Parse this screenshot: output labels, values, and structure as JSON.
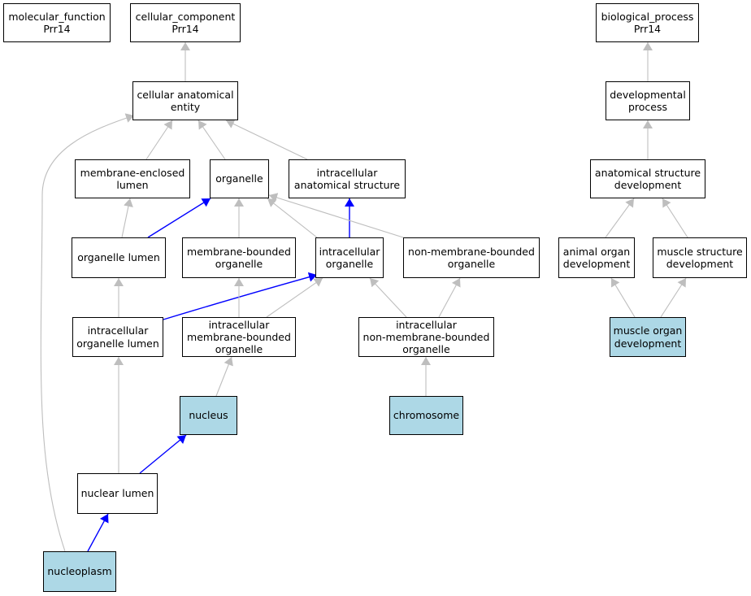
{
  "colors": {
    "highlight_fill": "#add8e6",
    "edge_gray": "#bebebe",
    "edge_blue": "#0000ff"
  },
  "nodes": {
    "molecular_function": {
      "label": "molecular_function\nPrr14"
    },
    "cellular_component": {
      "label": "cellular_component\nPrr14"
    },
    "biological_process": {
      "label": "biological_process\nPrr14"
    },
    "cellular_anatomical_entity": {
      "label": "cellular anatomical\nentity"
    },
    "developmental_process": {
      "label": "developmental\nprocess"
    },
    "membrane_enclosed_lumen": {
      "label": "membrane-enclosed\nlumen"
    },
    "organelle": {
      "label": "organelle"
    },
    "intracellular_anatomical_structure": {
      "label": "intracellular\nanatomical structure"
    },
    "anatomical_structure_development": {
      "label": "anatomical structure\ndevelopment"
    },
    "organelle_lumen": {
      "label": "organelle lumen"
    },
    "membrane_bounded_organelle": {
      "label": "membrane-bounded\norganelle"
    },
    "intracellular_organelle": {
      "label": "intracellular\norganelle"
    },
    "non_membrane_bounded_organelle": {
      "label": "non-membrane-bounded\norganelle"
    },
    "animal_organ_development": {
      "label": "animal organ\ndevelopment"
    },
    "muscle_structure_development": {
      "label": "muscle structure\ndevelopment"
    },
    "intracellular_organelle_lumen": {
      "label": "intracellular\norganelle lumen"
    },
    "intracellular_membrane_bounded_organelle": {
      "label": "intracellular\nmembrane-bounded\norganelle"
    },
    "intracellular_non_membrane_bounded_organelle": {
      "label": "intracellular\nnon-membrane-bounded\norganelle"
    },
    "muscle_organ_development": {
      "label": "muscle organ\ndevelopment",
      "highlighted": true
    },
    "nucleus": {
      "label": "nucleus",
      "highlighted": true
    },
    "chromosome": {
      "label": "chromosome",
      "highlighted": true
    },
    "nuclear_lumen": {
      "label": "nuclear lumen"
    },
    "nucleoplasm": {
      "label": "nucleoplasm",
      "highlighted": true
    }
  },
  "edges": [
    {
      "from": "cellular_anatomical_entity",
      "to": "cellular_component",
      "color": "gray"
    },
    {
      "from": "developmental_process",
      "to": "biological_process",
      "color": "gray"
    },
    {
      "from": "anatomical_structure_development",
      "to": "developmental_process",
      "color": "gray"
    },
    {
      "from": "membrane_enclosed_lumen",
      "to": "cellular_anatomical_entity",
      "color": "gray"
    },
    {
      "from": "organelle",
      "to": "cellular_anatomical_entity",
      "color": "gray"
    },
    {
      "from": "intracellular_anatomical_structure",
      "to": "cellular_anatomical_entity",
      "color": "gray"
    },
    {
      "from": "nucleoplasm",
      "to": "cellular_anatomical_entity",
      "color": "gray"
    },
    {
      "from": "organelle_lumen",
      "to": "membrane_enclosed_lumen",
      "color": "gray"
    },
    {
      "from": "organelle_lumen",
      "to": "organelle",
      "color": "blue"
    },
    {
      "from": "membrane_bounded_organelle",
      "to": "organelle",
      "color": "gray"
    },
    {
      "from": "intracellular_organelle",
      "to": "organelle",
      "color": "gray"
    },
    {
      "from": "intracellular_organelle",
      "to": "intracellular_anatomical_structure",
      "color": "blue"
    },
    {
      "from": "non_membrane_bounded_organelle",
      "to": "organelle",
      "color": "gray"
    },
    {
      "from": "animal_organ_development",
      "to": "anatomical_structure_development",
      "color": "gray"
    },
    {
      "from": "muscle_structure_development",
      "to": "anatomical_structure_development",
      "color": "gray"
    },
    {
      "from": "intracellular_organelle_lumen",
      "to": "organelle_lumen",
      "color": "gray"
    },
    {
      "from": "intracellular_organelle_lumen",
      "to": "intracellular_organelle",
      "color": "blue"
    },
    {
      "from": "intracellular_membrane_bounded_organelle",
      "to": "membrane_bounded_organelle",
      "color": "gray"
    },
    {
      "from": "intracellular_membrane_bounded_organelle",
      "to": "intracellular_organelle",
      "color": "gray"
    },
    {
      "from": "intracellular_non_membrane_bounded_organelle",
      "to": "intracellular_organelle",
      "color": "gray"
    },
    {
      "from": "intracellular_non_membrane_bounded_organelle",
      "to": "non_membrane_bounded_organelle",
      "color": "gray"
    },
    {
      "from": "muscle_organ_development",
      "to": "animal_organ_development",
      "color": "gray"
    },
    {
      "from": "muscle_organ_development",
      "to": "muscle_structure_development",
      "color": "gray"
    },
    {
      "from": "nucleus",
      "to": "intracellular_membrane_bounded_organelle",
      "color": "gray"
    },
    {
      "from": "chromosome",
      "to": "intracellular_non_membrane_bounded_organelle",
      "color": "gray"
    },
    {
      "from": "nuclear_lumen",
      "to": "intracellular_organelle_lumen",
      "color": "gray"
    },
    {
      "from": "nuclear_lumen",
      "to": "nucleus",
      "color": "blue"
    },
    {
      "from": "nucleoplasm",
      "to": "nuclear_lumen",
      "color": "blue"
    }
  ]
}
